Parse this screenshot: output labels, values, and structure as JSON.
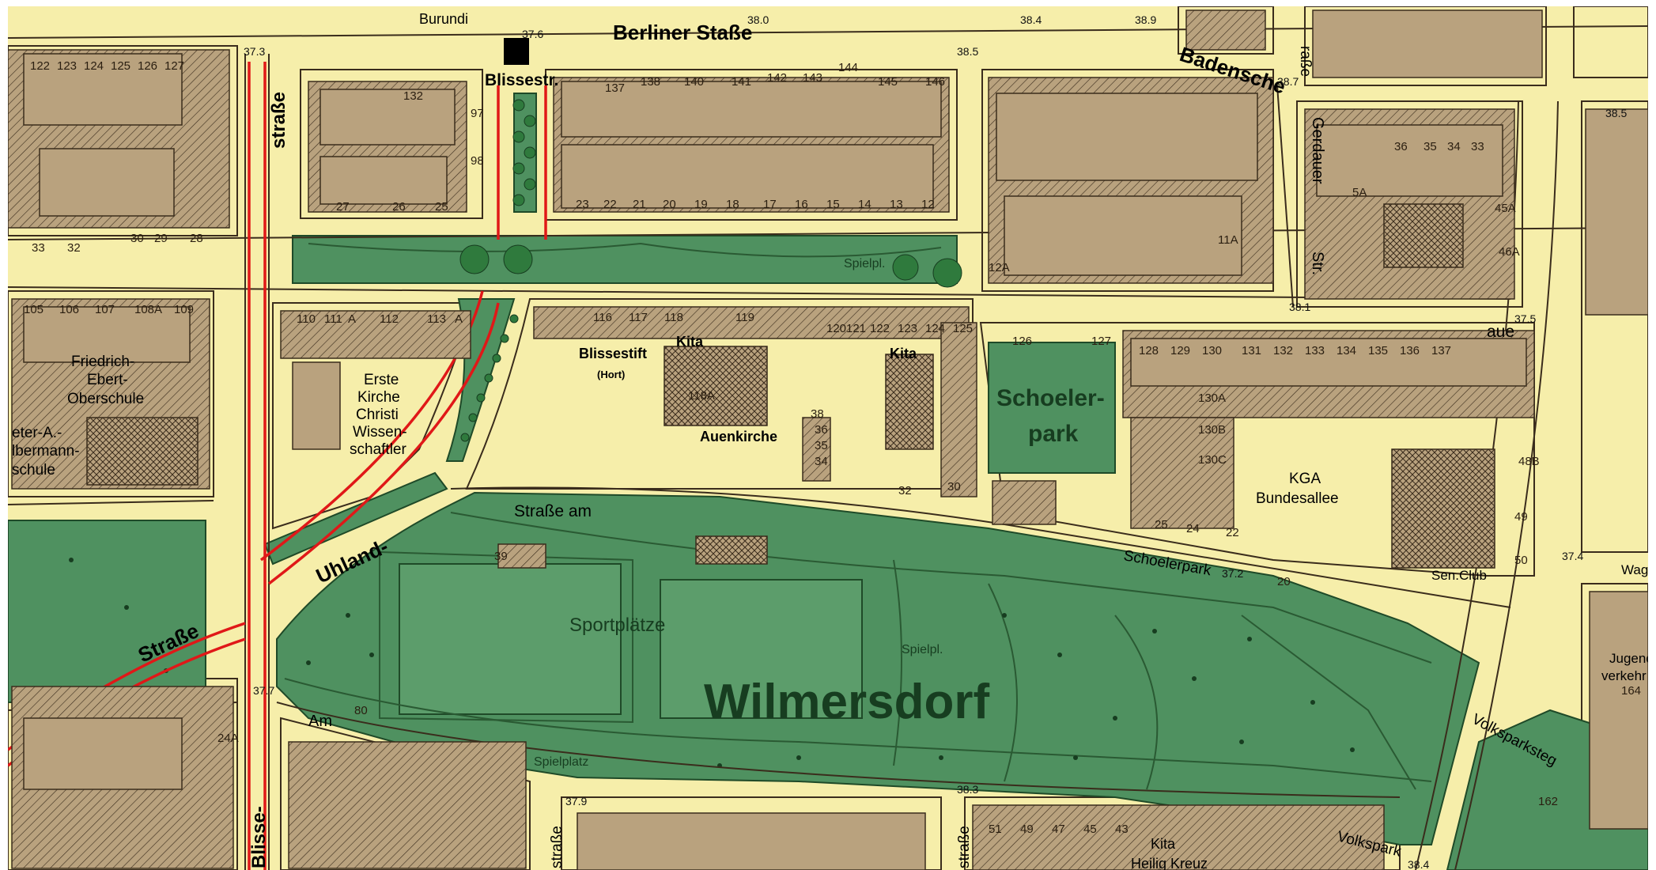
{
  "map": {
    "streets": {
      "berliner": "Berliner Staße",
      "burundi": "Burundi",
      "badensche": "Badensche",
      "gerdauer1": "Gerdauer",
      "gerdauer2": "Str.",
      "blisse_top": "straße",
      "blisse_bottom": "Blisse-",
      "uhland1": "Uhland-",
      "uhland2": "Straße",
      "strasse_am": "Straße am",
      "aue": "aue",
      "schoelerpark_street": "Schoelerpark",
      "volkspark": "Volkspark",
      "volksparksteg": "Volksparksteg",
      "am": "Am",
      "strasse_left": "straße",
      "strasse_mid": "straße",
      "strasse_top_right": "raße"
    },
    "subway": {
      "symbol": "U",
      "label": "Blissestr."
    },
    "places": {
      "blissestift": "Blissestift",
      "hort": "(Hort)",
      "kita1": "Kita",
      "kita2": "Kita",
      "kita3": "Kita",
      "kita3b": "Heilig Kreuz",
      "auenkirche": "Auenkirche",
      "schule1": "Friedrich-",
      "schule2": "Ebert-",
      "schule3": "Oberschule",
      "schule4": "eter-A.-",
      "schule5": "lbermann-",
      "schule6": "schule",
      "kirche1": "Erste",
      "kirche2": "Kirche",
      "kirche3": "Christi",
      "kirche4": "Wissen-",
      "kirche5": "schaftler",
      "kga1": "KGA",
      "kga2": "Bundesallee",
      "senclub": "Sen.Club",
      "jugend1": "Jugend",
      "jugend2": "verkehr",
      "wag": "Wag"
    },
    "parks": {
      "schoelerpark1": "Schoeler-",
      "schoelerpark2": "park",
      "wilmersdorf": "Wilmersdorf",
      "sportplaetze": "Sportplätze",
      "spielpl1": "Spielpl.",
      "spielpl2": "Spielpl.",
      "spielplatz": "Spielplatz"
    },
    "elevations": [
      "37.6",
      "38.0",
      "38.5",
      "38.4",
      "38.9",
      "38.7",
      "37.3",
      "38.1",
      "37.5",
      "38.5",
      "37.2",
      "37.4",
      "37.7",
      "37.9",
      "38.3",
      "38.4"
    ],
    "house_numbers": {
      "top_row_a": [
        "122",
        "123",
        "124",
        "125",
        "126",
        "127"
      ],
      "top_row_b": [
        "132",
        "97",
        "98"
      ],
      "top_row_c": [
        "137",
        "138",
        "140",
        "141",
        "142",
        "143",
        "144",
        "145",
        "146"
      ],
      "row2_b": [
        "27",
        "26",
        "25"
      ],
      "row2_c": [
        "23",
        "22",
        "21",
        "20",
        "19",
        "18",
        "17",
        "16",
        "15",
        "14",
        "13",
        "12"
      ],
      "row_d": [
        "105",
        "106",
        "107",
        "108A",
        "109"
      ],
      "row_e": [
        "110",
        "111",
        "A",
        "112",
        "113",
        "A"
      ],
      "row_f": [
        "116",
        "117",
        "118",
        "119",
        "120",
        "121",
        "122",
        "123",
        "124",
        "125"
      ],
      "row_g": [
        "126",
        "127",
        "128",
        "129",
        "130",
        "131",
        "132",
        "133",
        "134",
        "135",
        "136",
        "137"
      ],
      "misc": [
        "33",
        "32",
        "30",
        "29",
        "28",
        "118A",
        "36",
        "35",
        "34",
        "38",
        "32",
        "30",
        "25",
        "24",
        "22",
        "20",
        "39",
        "80",
        "24A",
        "130A",
        "130B",
        "130C",
        "48B",
        "49",
        "50",
        "164",
        "162",
        "11A",
        "12A",
        "5A",
        "46A",
        "45A",
        "36",
        "35",
        "34",
        "33",
        "51",
        "49",
        "47",
        "45",
        "43"
      ]
    }
  }
}
